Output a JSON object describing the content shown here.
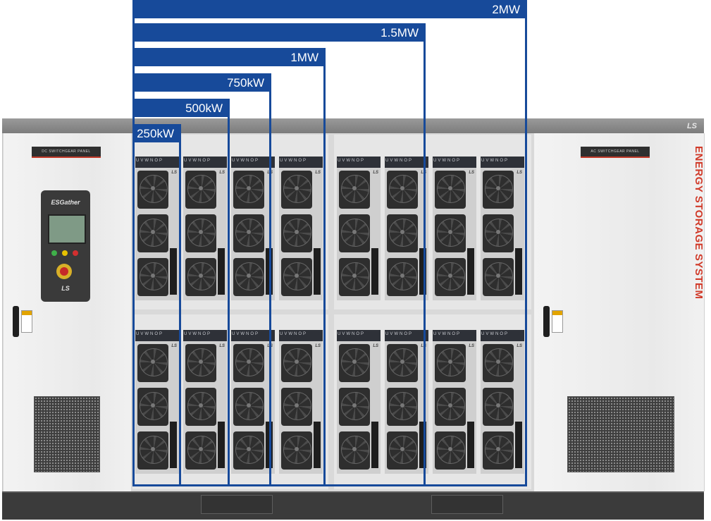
{
  "capacity_levels": [
    {
      "label": "2MW"
    },
    {
      "label": "1.5MW"
    },
    {
      "label": "1MW"
    },
    {
      "label": "750kW"
    },
    {
      "label": "500kW"
    },
    {
      "label": "250kW"
    }
  ],
  "cabinet": {
    "brand_badge": "LS",
    "left_panel_plate": "DC SWITCHGEAR PANEL",
    "right_panel_plate": "AC SWITCHGEAR PANEL",
    "side_label": "ENERGY STORAGE SYSTEM",
    "hmi_brand": "ESGather",
    "hmi_ls": "LS"
  },
  "modules": {
    "terminal_letters": "UVWNOP",
    "module_brand": "LS",
    "rows": 2,
    "per_row": 8
  },
  "colors": {
    "overlay_blue": "#174a9a",
    "accent_red": "#d13b2a"
  }
}
